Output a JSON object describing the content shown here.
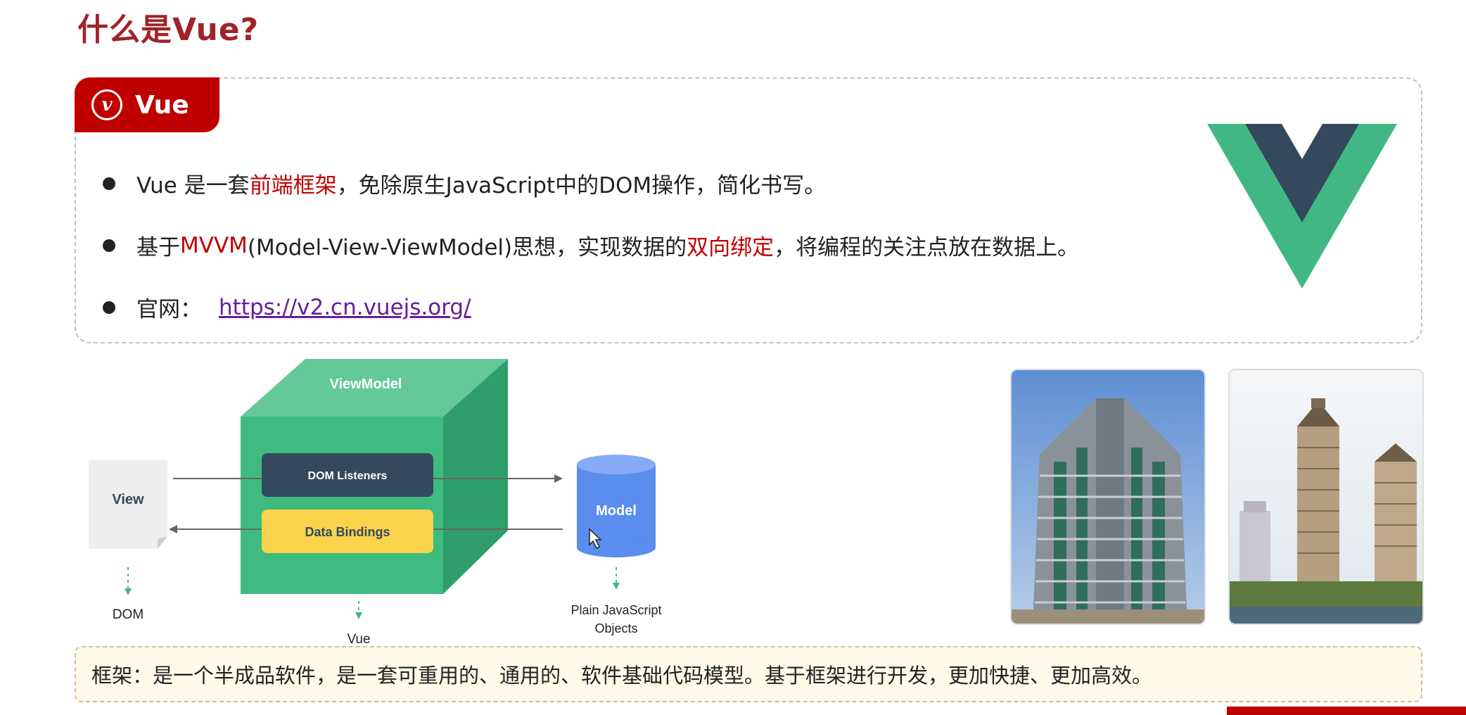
{
  "title": "什么是Vue?",
  "tab": {
    "logo_letter": "v",
    "label": "Vue"
  },
  "bullets": {
    "b1": {
      "pre": "Vue 是一套",
      "em": "前端框架",
      "post": "，免除原生JavaScript中的DOM操作，简化书写。"
    },
    "b2": {
      "pre": "基于",
      "em": "MVVM",
      "mid": "(Model-View-ViewModel)思想，实现数据的",
      "em2": "双向绑定",
      "post": "，将编程的关注点放在数据上。"
    },
    "b3": {
      "pre": "官网：",
      "link": "https://v2.cn.vuejs.org/"
    }
  },
  "diagram": {
    "view": "View",
    "dom": "DOM",
    "viewmodel": "ViewModel",
    "dom_listeners": "DOM Listeners",
    "data_bindings": "Data Bindings",
    "vue": "Vue",
    "model": "Model",
    "plain_objects_line1": "Plain JavaScript",
    "plain_objects_line2": "Objects"
  },
  "footer": "框架：是一个半成品软件，是一套可重用的、通用的、软件基础代码模型。基于框架进行开发，更加快捷、更加高效。",
  "colors": {
    "accent_red": "#c00000",
    "vue_green": "#41b883",
    "vue_dark": "#34495e",
    "model_blue": "#5b8def",
    "binding_yellow": "#f9d34b"
  }
}
